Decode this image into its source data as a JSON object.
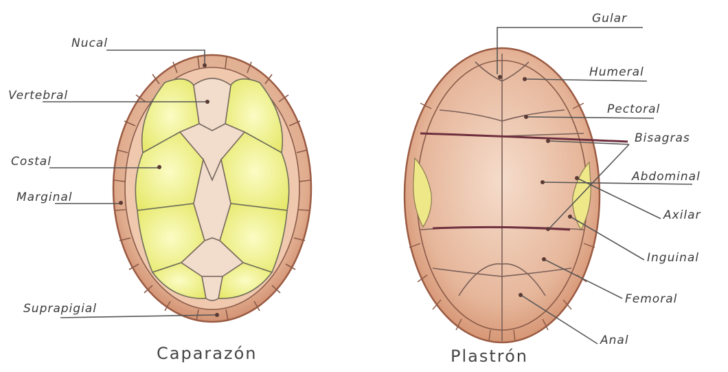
{
  "carapace": {
    "caption": "Caparazón",
    "labels": {
      "nucal": "Nucal",
      "vertebral": "Vertebral",
      "costal": "Costal",
      "marginal": "Marginal",
      "suprapigial": "Suprapigial"
    }
  },
  "plastron": {
    "caption": "Plastrón",
    "labels": {
      "gular": "Gular",
      "humeral": "Humeral",
      "pectoral": "Pectoral",
      "bisagras": "Bisagras",
      "abdominal": "Abdominal",
      "axilar": "Axilar",
      "inguinal": "Inguinal",
      "femoral": "Femoral",
      "anal": "Anal"
    }
  },
  "colors": {
    "shell_outer": "#d8a284",
    "shell_edge": "#a8654a",
    "marginal_fill": "#e8b99c",
    "costal_fill": "#eef07a",
    "vertebral_fill": "#f1dccb",
    "plastron_fill": "#e8bfa6",
    "hinge": "#6e2f3e",
    "lines": "#6a6a6a"
  }
}
